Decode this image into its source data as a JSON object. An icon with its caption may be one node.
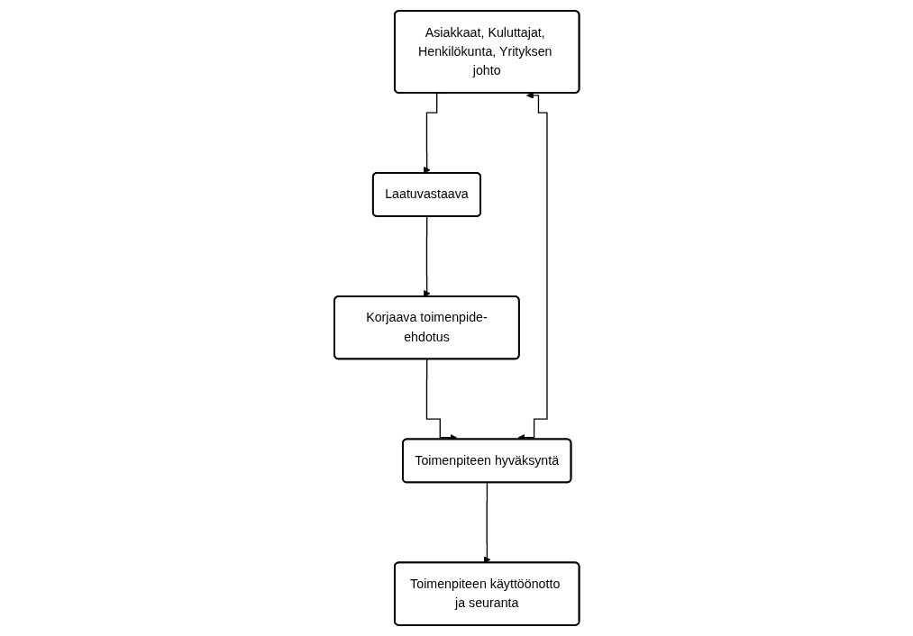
{
  "diagram": {
    "nodes": [
      {
        "text": [
          "Asiakkaat, Kuluttajat, Henkilökunta, Yrityksen johto"
        ]
      },
      {
        "text": [
          "Laatuvastaava"
        ]
      },
      {
        "text": [
          "Korjaava toimenpide-ehdotus"
        ]
      },
      {
        "text": [
          "Toimenpiteen hyväksyntä"
        ]
      },
      {
        "text": [
          "Toimenpiteen käyttöönotto ja seuranta"
        ]
      }
    ],
    "edges": [
      {
        "from": 0,
        "to": 1,
        "arrow": "to"
      },
      {
        "from": 1,
        "to": 2,
        "arrow": "to"
      },
      {
        "from": 2,
        "to": 3,
        "arrow": "to"
      },
      {
        "from": 3,
        "to": 4,
        "arrow": "to"
      },
      {
        "from": 3,
        "to": 0,
        "arrow": "both"
      }
    ]
  }
}
